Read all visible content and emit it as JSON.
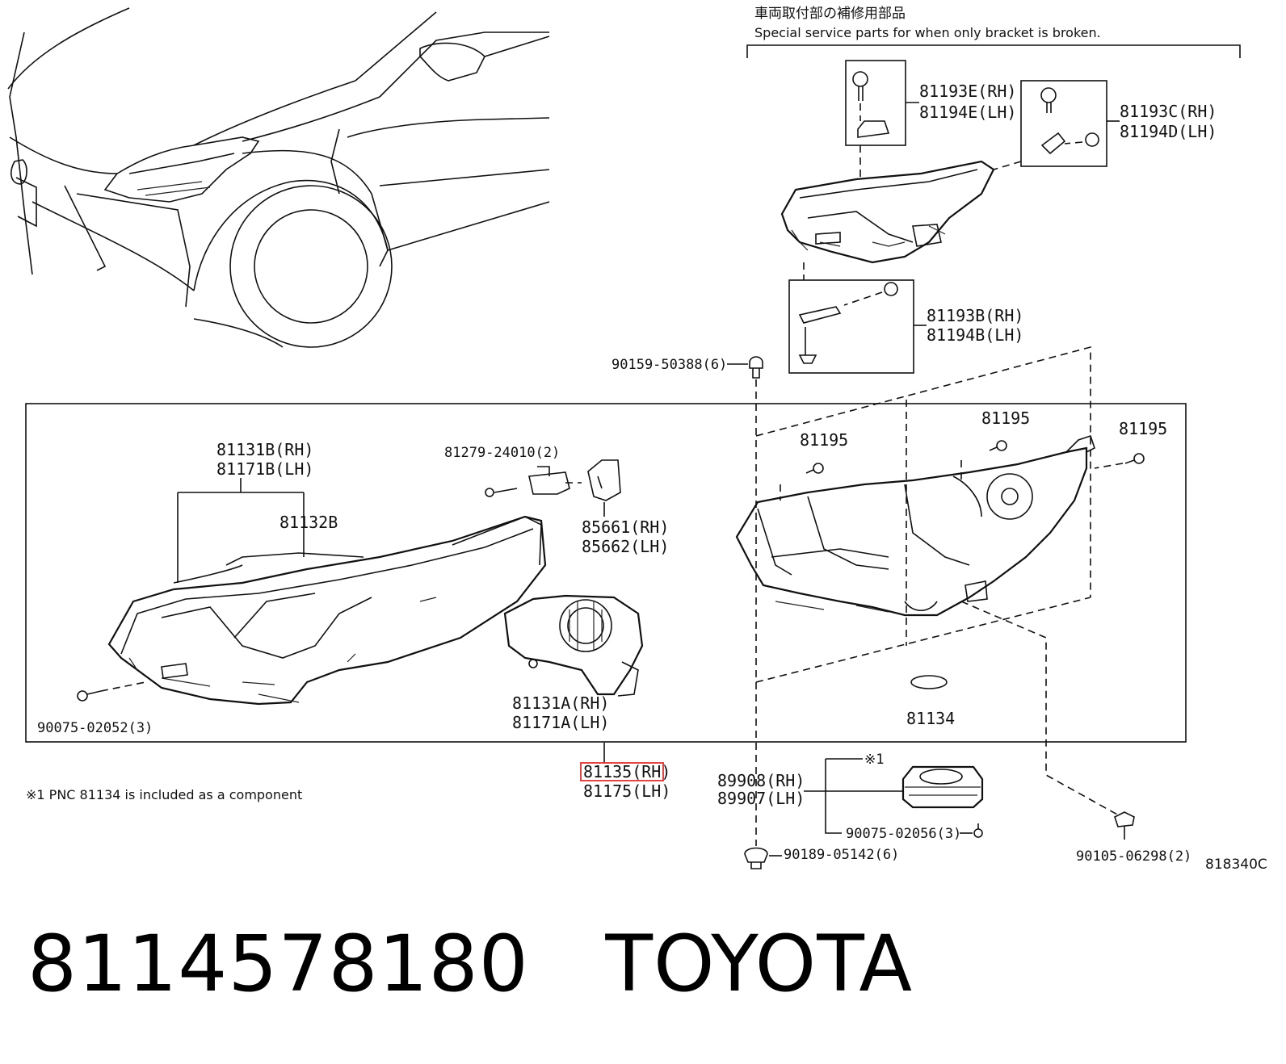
{
  "header": {
    "jp_title": "車両取付部の補修用部品",
    "en_title": "Special service parts for when only bracket is broken."
  },
  "parts": {
    "p_81193E": "81193E(RH)",
    "p_81194E": "81194E(LH)",
    "p_81193C": "81193C(RH)",
    "p_81194D": "81194D(LH)",
    "p_81193B": "81193B(RH)",
    "p_81194B": "81194B(LH)",
    "p_90159": "90159-50388(6)",
    "p_81131B": "81131B(RH)",
    "p_81171B": "81171B(LH)",
    "p_81279": "81279-24010(2)",
    "p_81132B": "81132B",
    "p_85661": "85661(RH)",
    "p_85662": "85662(LH)",
    "p_81195a": "81195",
    "p_81195b": "81195",
    "p_81195c": "81195",
    "p_90075_02052": "90075-02052(3)",
    "p_81131A": "81131A(RH)",
    "p_81171A": "81171A(LH)",
    "p_81134": "81134",
    "p_81135": "81135(RH)",
    "p_81175": "81175(LH)",
    "p_89908": "89908(RH)",
    "p_89907": "89907(LH)",
    "p_note_mark": "※1",
    "p_90075_02056": "90075-02056(3)",
    "p_90189": "90189-05142(6)",
    "p_90105": "90105-06298(2)"
  },
  "footnote": "※1  PNC 81134 is included as a component",
  "ref_code": "818340C",
  "caption": {
    "part_number": "8114578180",
    "brand": "TOYOTA"
  },
  "highlight_color": "#e03030"
}
